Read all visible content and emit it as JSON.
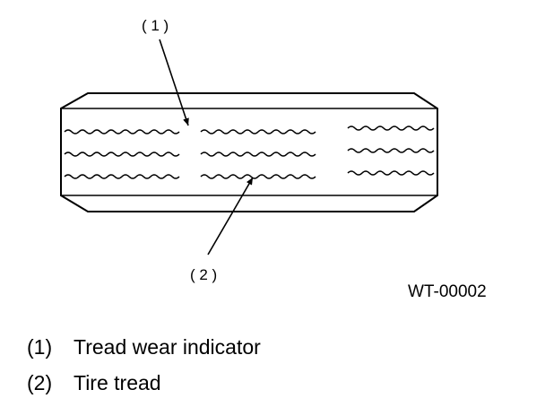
{
  "figure": {
    "callout_1": "( 1 )",
    "callout_2": "( 2 )",
    "code": "WT-00002"
  },
  "legend": [
    {
      "num": "(1)",
      "text": "Tread wear indicator"
    },
    {
      "num": "(2)",
      "text": "Tire tread"
    }
  ]
}
